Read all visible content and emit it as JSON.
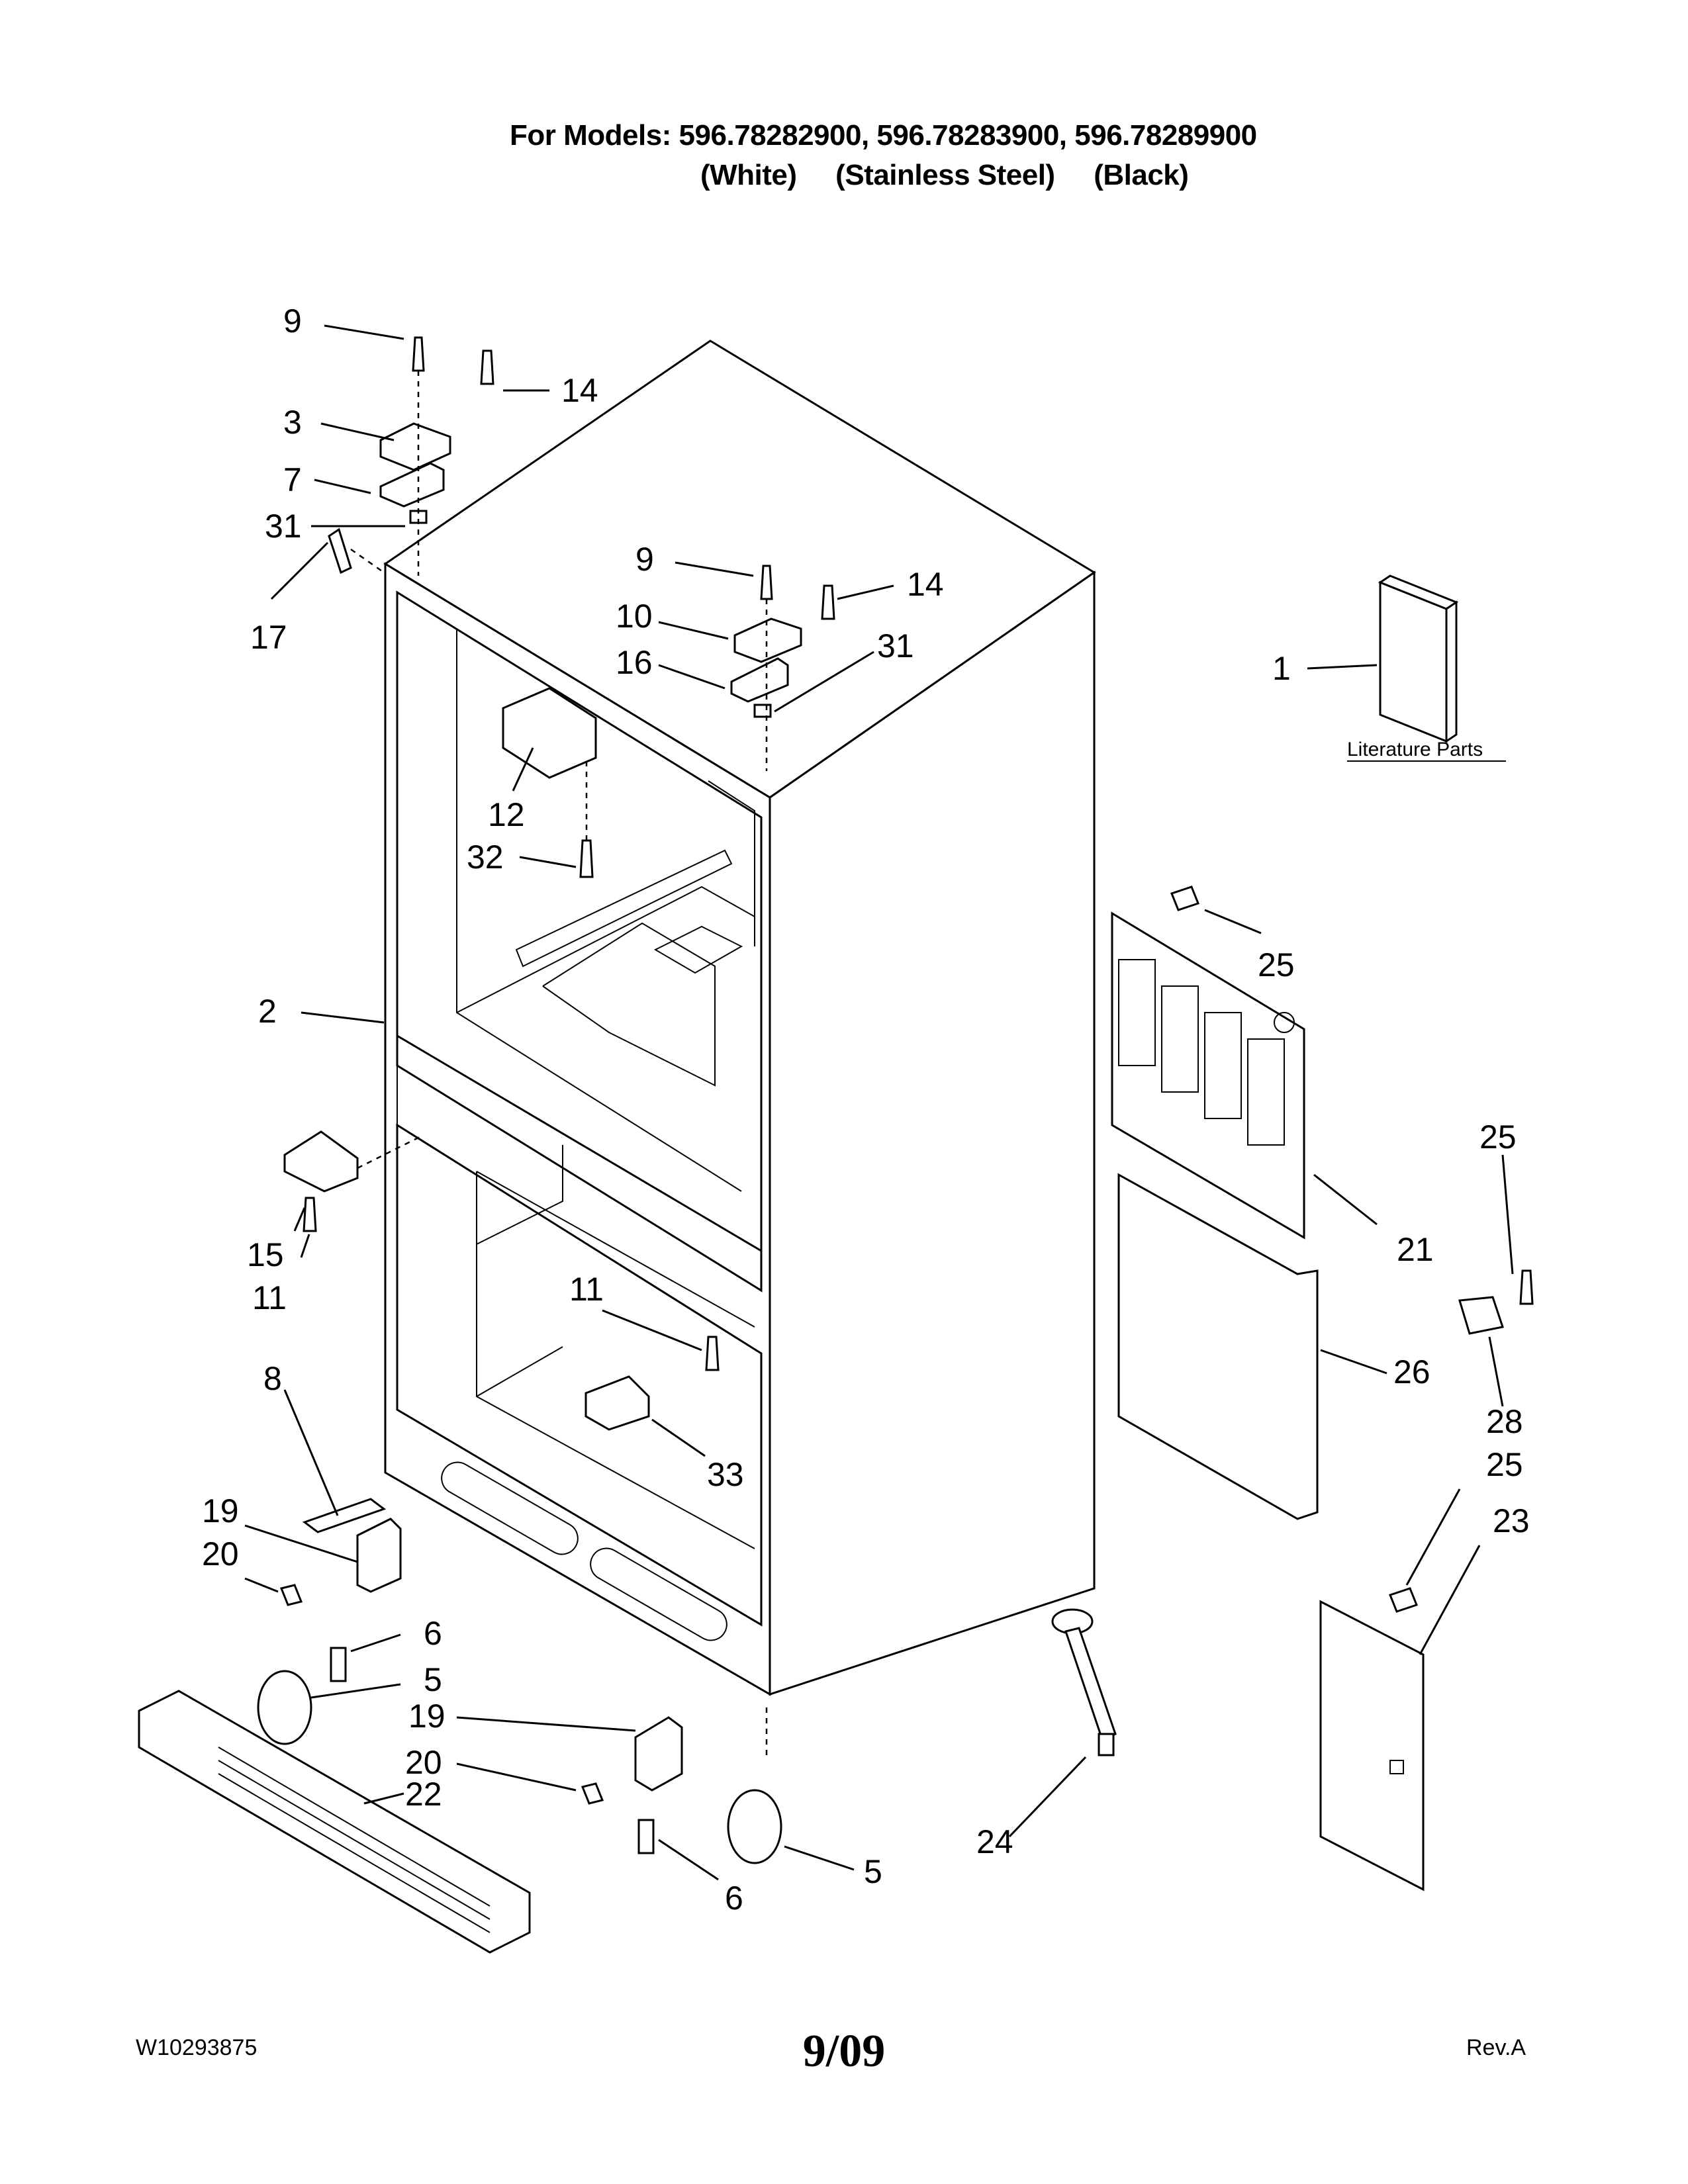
{
  "header": {
    "line1": "For Models: 596.78282900, 596.78283900, 596.78289900",
    "line2": "(White)     (Stainless Steel)     (Black)"
  },
  "literature_caption": "Literature Parts",
  "callouts": [
    "9",
    "14",
    "3",
    "7",
    "31",
    "17",
    "9",
    "14",
    "10",
    "16",
    "31",
    "1",
    "12",
    "32",
    "2",
    "25",
    "15",
    "11",
    "11",
    "21",
    "25",
    "8",
    "26",
    "28",
    "25",
    "33",
    "19",
    "20",
    "23",
    "6",
    "5",
    "19",
    "20",
    "22",
    "24",
    "5",
    "6"
  ],
  "footer": {
    "doc_number": "W10293875",
    "date": "9/09",
    "revision": "Rev.A"
  }
}
